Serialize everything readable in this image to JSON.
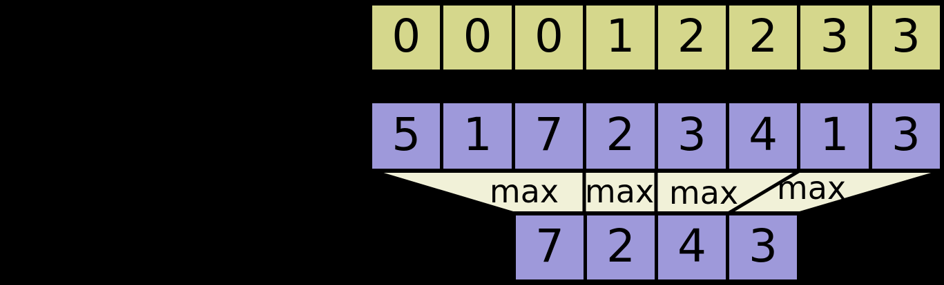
{
  "colors": {
    "background": "#000000",
    "top_row_fill": "#d5d78c",
    "data_row_fill": "#9e99da",
    "funnel_fill": "#f1f1d8",
    "outline": "#000000",
    "text": "#000000"
  },
  "arrays": {
    "top": [
      "0",
      "0",
      "0",
      "1",
      "2",
      "2",
      "3",
      "3"
    ],
    "middle": [
      "5",
      "1",
      "7",
      "2",
      "3",
      "4",
      "1",
      "3"
    ],
    "bottom": [
      "7",
      "2",
      "4",
      "3"
    ]
  },
  "funnel": {
    "labels": [
      "max",
      "max",
      "max",
      "max"
    ]
  }
}
